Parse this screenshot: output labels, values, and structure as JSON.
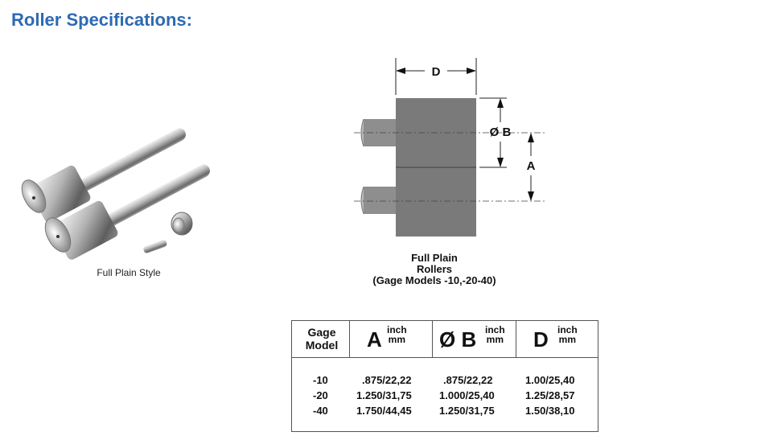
{
  "page": {
    "title": "Roller Specifications:"
  },
  "photo": {
    "caption": "Full Plain Style"
  },
  "diagram": {
    "label_d": "D",
    "label_b": "Ø B",
    "label_a": "A",
    "caption_line1": "Full Plain",
    "caption_line2": "Rollers",
    "caption_line3": "(Gage Models -10,-20-40)"
  },
  "spec_table": {
    "headers": {
      "gage_line1": "Gage",
      "gage_line2": "Model",
      "a_symbol": "A",
      "b_symbol": "Ø B",
      "d_symbol": "D",
      "unit_inch": "inch",
      "unit_mm": "mm"
    },
    "rows": [
      {
        "model": "-10",
        "a": ".875/22,22",
        "b": ".875/22,22",
        "d": "1.00/25,40"
      },
      {
        "model": "-20",
        "a": "1.250/31,75",
        "b": "1.000/25,40",
        "d": "1.25/28,57"
      },
      {
        "model": "-40",
        "a": "1.750/44,45",
        "b": "1.250/31,75",
        "d": "1.50/38,10"
      }
    ]
  },
  "colors": {
    "title_blue": "#2d6ab3",
    "roller_gray": "#7a7a7a"
  }
}
